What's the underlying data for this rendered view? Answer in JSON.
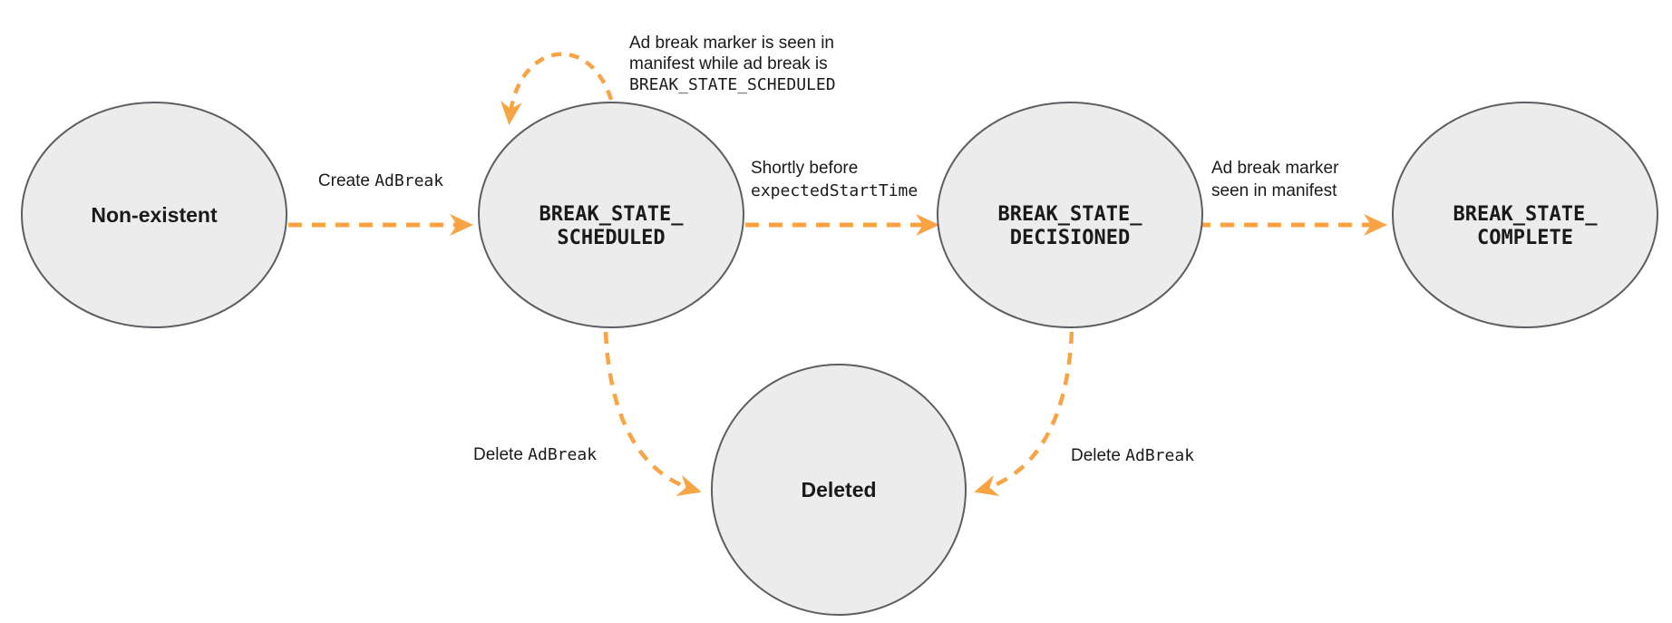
{
  "colors": {
    "arrow": "#f8a445",
    "node_fill": "#ececec",
    "node_stroke": "#5b5f63",
    "text": "#1a1a1a"
  },
  "states": [
    {
      "name": "non-existent",
      "lines": [
        "Non-existent"
      ]
    },
    {
      "name": "break-state-scheduled",
      "lines": [
        "BREAK_STATE_",
        "SCHEDULED"
      ]
    },
    {
      "name": "break-state-decisioned",
      "lines": [
        "BREAK_STATE_",
        "DECISIONED"
      ]
    },
    {
      "name": "break-state-complete",
      "lines": [
        "BREAK_STATE_",
        "COMPLETE"
      ]
    },
    {
      "name": "deleted",
      "lines": [
        "Deleted"
      ]
    }
  ],
  "transitions": {
    "create": {
      "plain": "Create ",
      "code": "AdBreak"
    },
    "self_loop": {
      "line1": "Ad break marker is seen in",
      "line2": "manifest while ad break is",
      "line3": "BREAK_STATE_SCHEDULED"
    },
    "to_decisioned": {
      "line1": "Shortly before",
      "line2_code": "expectedStartTime"
    },
    "to_complete": {
      "line1": "Ad break marker",
      "line2": "seen in manifest"
    },
    "delete_from_scheduled": {
      "plain": "Delete ",
      "code": "AdBreak"
    },
    "delete_from_decisioned": {
      "plain": "Delete ",
      "code": "AdBreak"
    }
  }
}
